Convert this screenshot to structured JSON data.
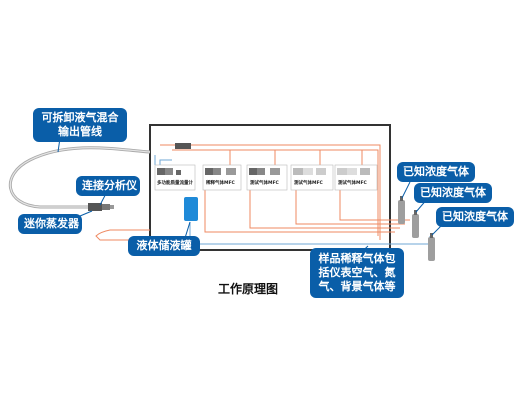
{
  "diagram": {
    "caption": "工作原理图",
    "modules": [
      {
        "label": "多功能质量流量计"
      },
      {
        "label": "稀释气体MFC"
      },
      {
        "label": "测试气体MFC"
      },
      {
        "label": "测试气体MFC"
      },
      {
        "label": "测试气体MFC"
      }
    ],
    "callouts": {
      "mixing_line": "可拆卸液气混合输出管线",
      "analyzer": "连接分析仪",
      "evaporator": "迷你蒸发器",
      "liquid_tank": "液体储液罐",
      "known_gas_1": "已知浓度气体",
      "known_gas_2": "已知浓度气体",
      "known_gas_3": "已知浓度气体",
      "dilution_gas": "样品稀释气体包括仪表空气、氮气、背景气体等"
    },
    "colors": {
      "callout_bg": "#0a5ea8",
      "orange_line": "#ef8a62",
      "blue_line": "#6fa7d6",
      "tank_blue": "#1f8ad8",
      "frame": "#333333"
    }
  }
}
